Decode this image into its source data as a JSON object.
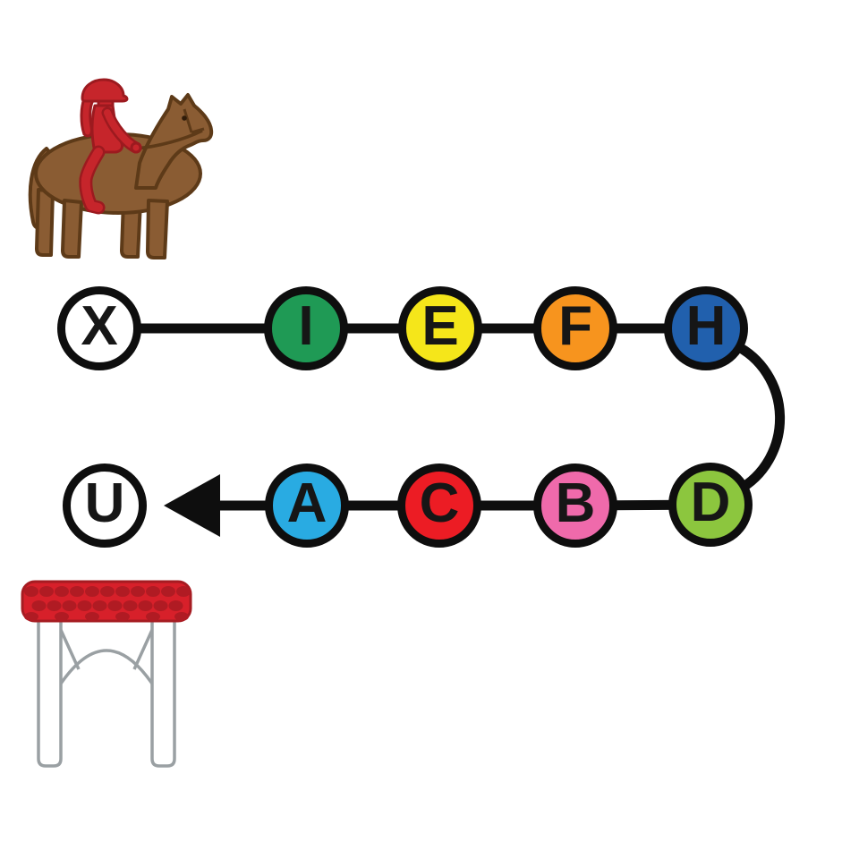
{
  "path": {
    "connector_color": "#0e0e0e",
    "letter_color": "#161616",
    "top_row": [
      {
        "label": "X",
        "fill": "#ffffff"
      },
      {
        "label": "I",
        "fill": "#1f9a55"
      },
      {
        "label": "E",
        "fill": "#f5e61a"
      },
      {
        "label": "F",
        "fill": "#f7941e"
      },
      {
        "label": "H",
        "fill": "#2160ad"
      }
    ],
    "bottom_row": [
      {
        "label": "U",
        "fill": "#ffffff"
      },
      {
        "label": "A",
        "fill": "#29abe2"
      },
      {
        "label": "C",
        "fill": "#ec1c24"
      },
      {
        "label": "B",
        "fill": "#ef6aab"
      },
      {
        "label": "D",
        "fill": "#8cc63e"
      }
    ]
  },
  "icons": {
    "horse_rider": {
      "name": "horse-rider-icon",
      "horse_fill": "#8a5c33",
      "horse_outline": "#5d3a18",
      "rider_fill": "#c6252b",
      "rider_outline": "#9c1a1f"
    },
    "arrow": {
      "name": "left-arrow-icon"
    },
    "table": {
      "name": "vaulting-table-icon",
      "top_fill": "#d7202a",
      "top_outline": "#a61c22",
      "pattern_fill": "#b01b23",
      "leg_fill": "#ffffff",
      "leg_outline": "#9aa0a3"
    }
  }
}
